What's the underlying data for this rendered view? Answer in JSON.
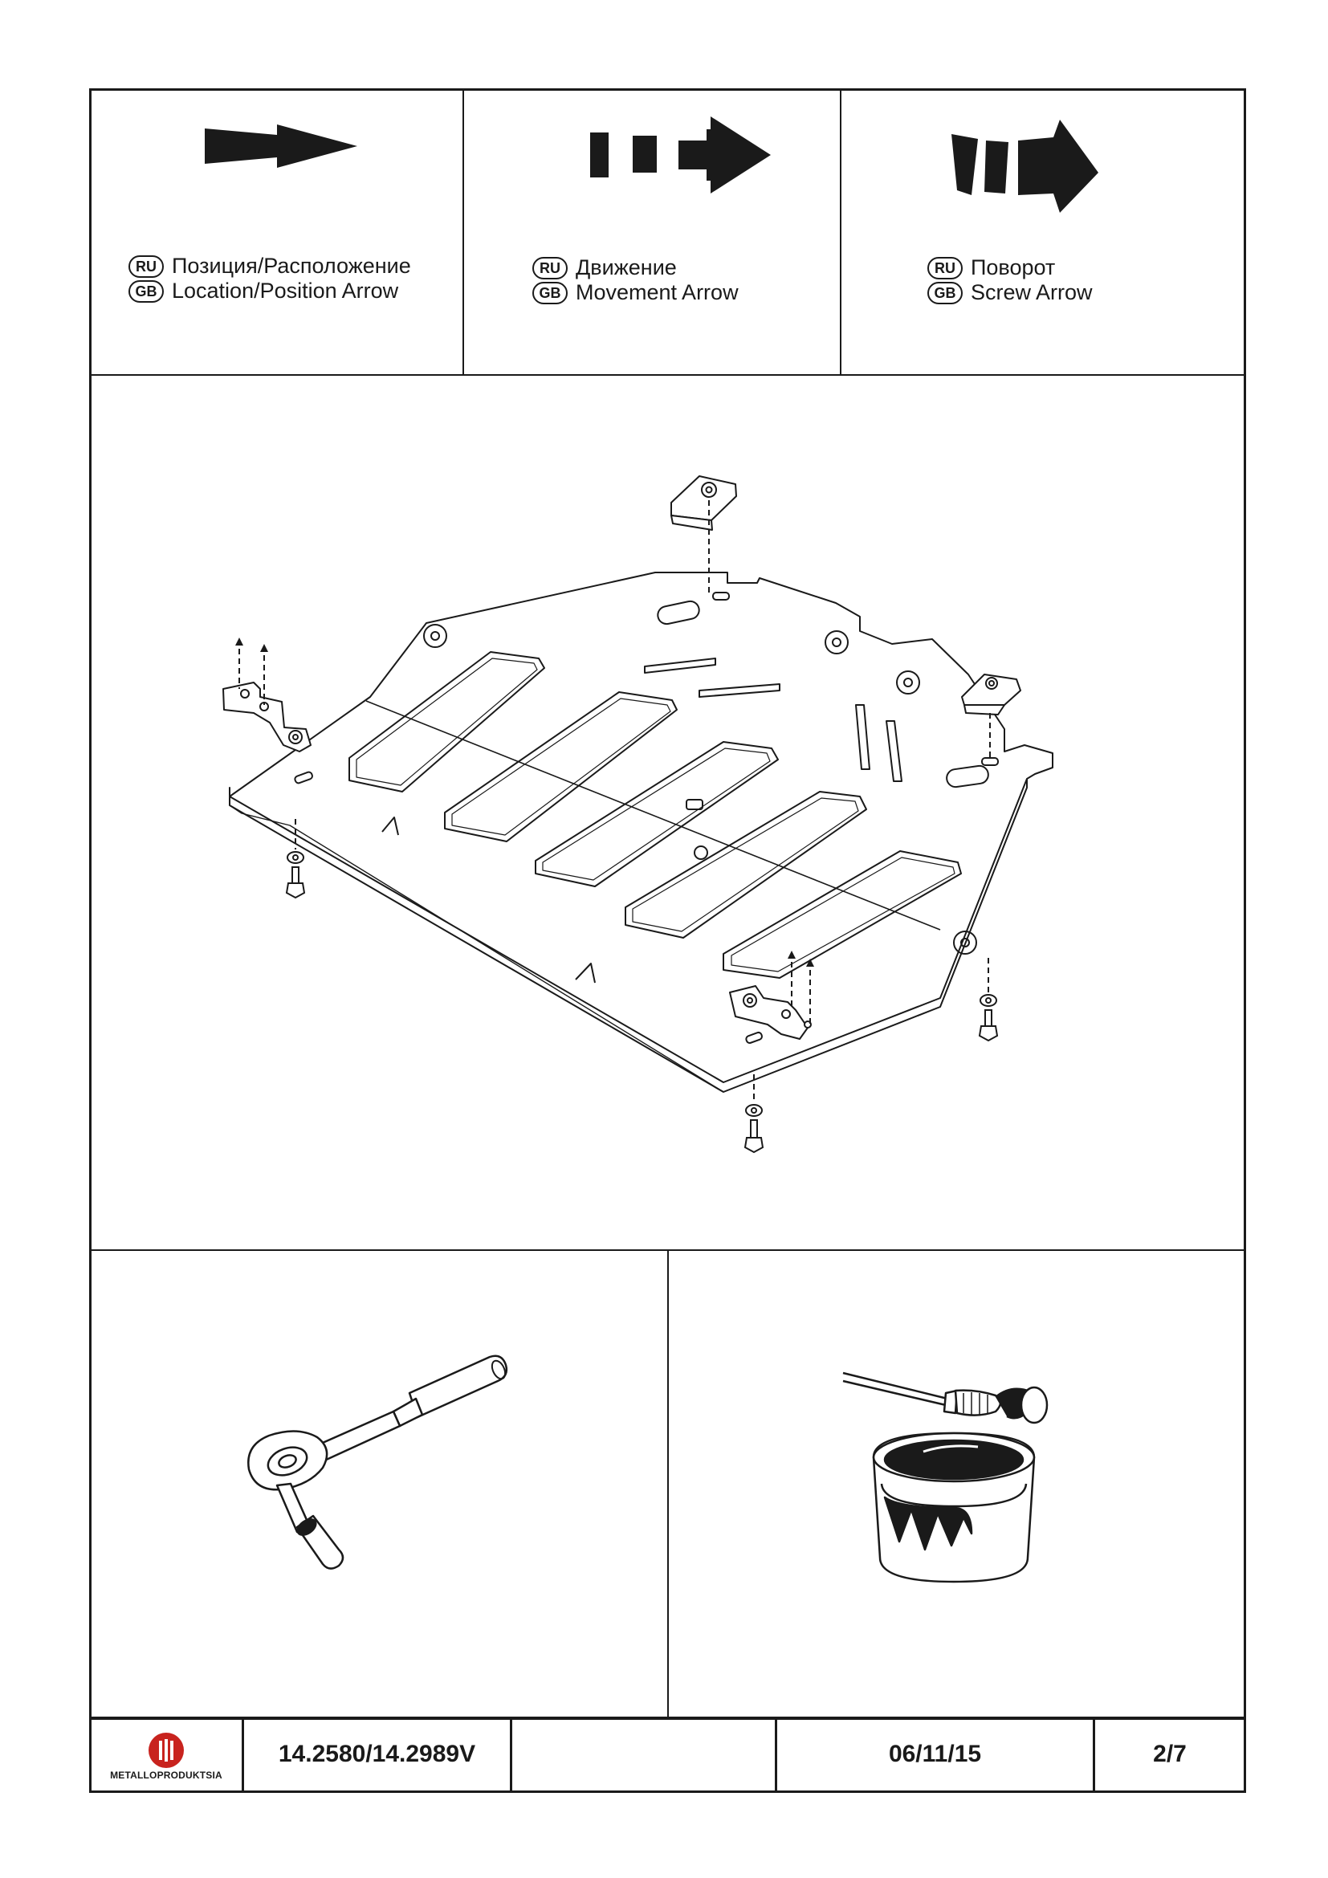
{
  "legend": [
    {
      "ru_code": "RU",
      "gb_code": "GB",
      "ru_text": "Позиция/Расположение",
      "gb_text": "Location/Position Arrow",
      "arrow_icon": "location-position-arrow-icon"
    },
    {
      "ru_code": "RU",
      "gb_code": "GB",
      "ru_text": "Движение",
      "gb_text": "Movement Arrow",
      "arrow_icon": "movement-arrow-icon"
    },
    {
      "ru_code": "RU",
      "gb_code": "GB",
      "ru_text": "Поворот",
      "gb_text": "Screw Arrow",
      "arrow_icon": "screw-arrow-icon"
    }
  ],
  "footer": {
    "logo_text": "METALLOPRODUKTSIA",
    "part_number": "14.2580/14.2989V",
    "blank": "",
    "date": "06/11/15",
    "page": "2/7"
  },
  "icons": {
    "ratchet": "ratchet-wrench-icon",
    "paint": "paint-can-brush-icon"
  }
}
